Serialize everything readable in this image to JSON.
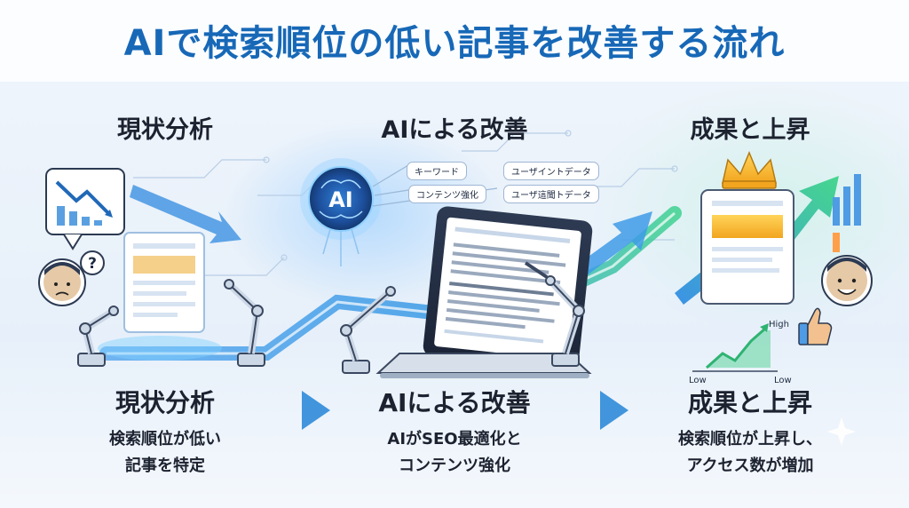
{
  "header": {
    "title": "AIで検索順位の低い記事を改善する流れ"
  },
  "steps": [
    {
      "title": "現状分析",
      "bottom_title": "現状分析",
      "desc": [
        "検索順位が低い",
        "記事を特定"
      ],
      "bubble_text": "?"
    },
    {
      "title": "AIによる改善",
      "bottom_title": "AIによる改善",
      "desc": [
        "AIがSEO最適化と",
        "コンテンツ強化"
      ],
      "ai_label": "AI",
      "chips": [
        "キーワード",
        "コンテンツ強化",
        "ユーザイントデータ",
        "ユーザ這聞トデータ"
      ]
    },
    {
      "title": "成果と上昇",
      "bottom_title": "成果と上昇",
      "desc": [
        "検索順位が上昇し、",
        "アクセス数が増加"
      ],
      "chart_labels": {
        "high": "High",
        "low_left": "Low",
        "low_right": "Low"
      }
    }
  ],
  "colors": {
    "title_blue": "#1768b7",
    "arrow_blue": "#2f8be0",
    "arrow_green": "#3fce8a",
    "chevron": "#2f8bd8"
  },
  "icons": [
    "chart-down-icon",
    "question-icon",
    "ai-brain-icon",
    "crown-icon",
    "thumbs-up-icon",
    "chevron-right-icon"
  ]
}
